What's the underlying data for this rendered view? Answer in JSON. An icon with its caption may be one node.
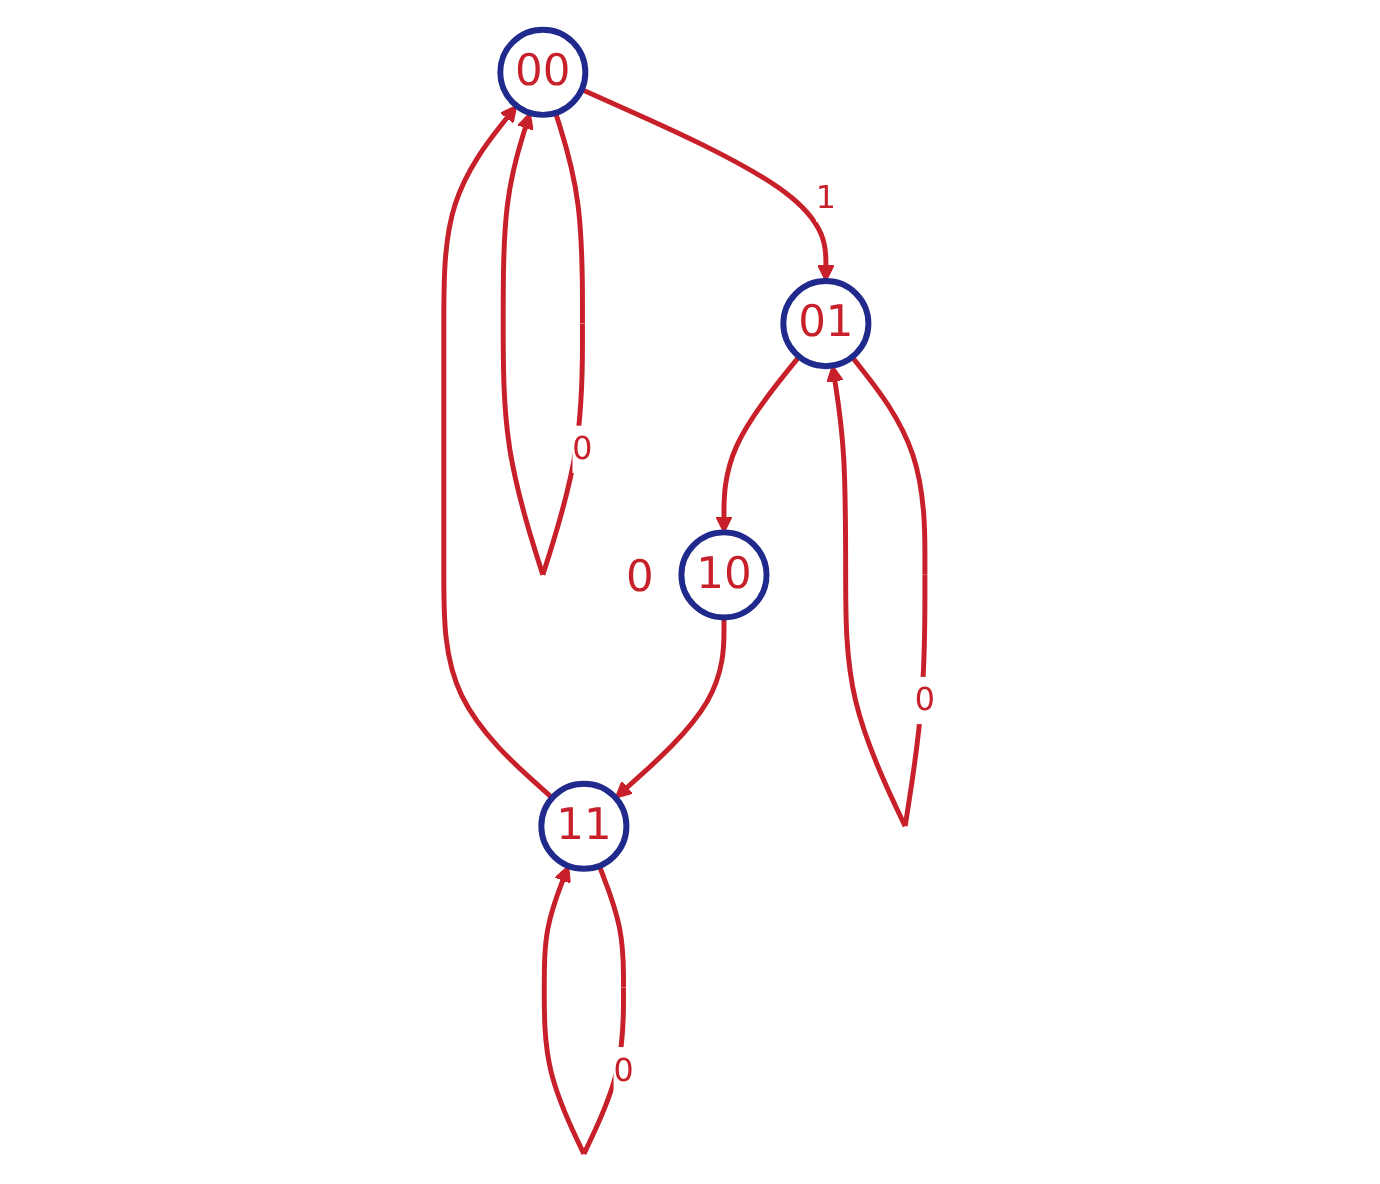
{
  "diagram": {
    "nodes": [
      {
        "text": [
          "00"
        ]
      },
      {
        "text": [
          "01"
        ]
      },
      {
        "text": [
          "10"
        ],
        "beside": [
          "0"
        ]
      },
      {
        "text": [
          "11"
        ]
      }
    ],
    "edges": [
      {
        "from": 0,
        "to": 0,
        "arrow": "to",
        "label": "0"
      },
      {
        "from": 0,
        "to": 1,
        "arrow": "to",
        "label": "1"
      },
      {
        "from": 1,
        "to": 1,
        "arrow": "to",
        "label": "0"
      },
      {
        "from": 1,
        "to": 2,
        "arrow": "to"
      },
      {
        "from": 2,
        "to": 3,
        "arrow": "to"
      },
      {
        "from": 3,
        "to": 3,
        "arrow": "to",
        "label": "0"
      },
      {
        "from": 3,
        "to": 0,
        "arrow": "to"
      }
    ]
  }
}
